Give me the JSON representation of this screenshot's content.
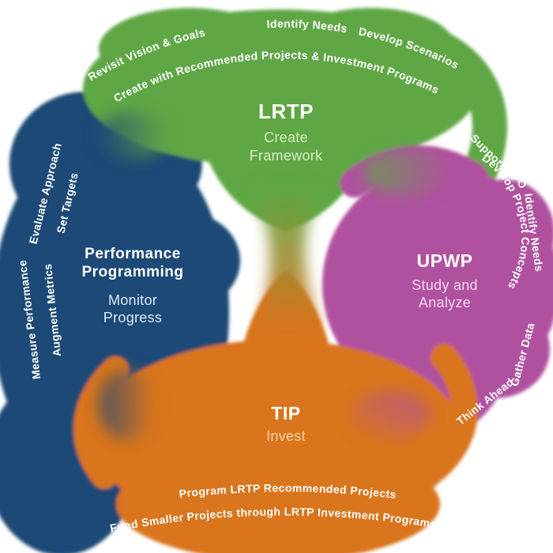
{
  "colors": {
    "green": "#5ea744",
    "blue": "#1b4a74",
    "purple": "#b0519f",
    "orange": "#d9741f",
    "white": "#ffffff",
    "green_tint": "#d8edc6",
    "purple_tint": "#f2d9ee",
    "orange_tint": "#f7d4a8",
    "blue_tint": "#dfe9f4"
  },
  "lrtp": {
    "title": "LRTP",
    "subtitle_line1": "Create",
    "subtitle_line2": "Framework",
    "arc_texts": [
      "Revisit Vision & Goals",
      "Identify Needs",
      "Develop Scenarios"
    ],
    "arc_text_inner": "Create with Recommended Projects & Investment Programs"
  },
  "upwp": {
    "title": "UPWP",
    "subtitle_line1": "Study and",
    "subtitle_line2": "Analyze",
    "side_texts": [
      "Support MPO",
      "Identify Needs",
      "Develop Project Concepts",
      "Gather Data",
      "Think Ahead"
    ]
  },
  "tip": {
    "title": "TIP",
    "subtitle": "Invest",
    "arc_texts": [
      "Program LRTP Recommended Projects",
      "Fund Smaller Projects through LRTP Investment Programs"
    ]
  },
  "performance": {
    "title_line1": "Performance",
    "title_line2": "Programming",
    "subtitle_line1": "Monitor",
    "subtitle_line2": "Progress",
    "side_texts": [
      "Evaluate Approach",
      "Set Targets",
      "Measure Performance",
      "Augment Metrics"
    ]
  }
}
